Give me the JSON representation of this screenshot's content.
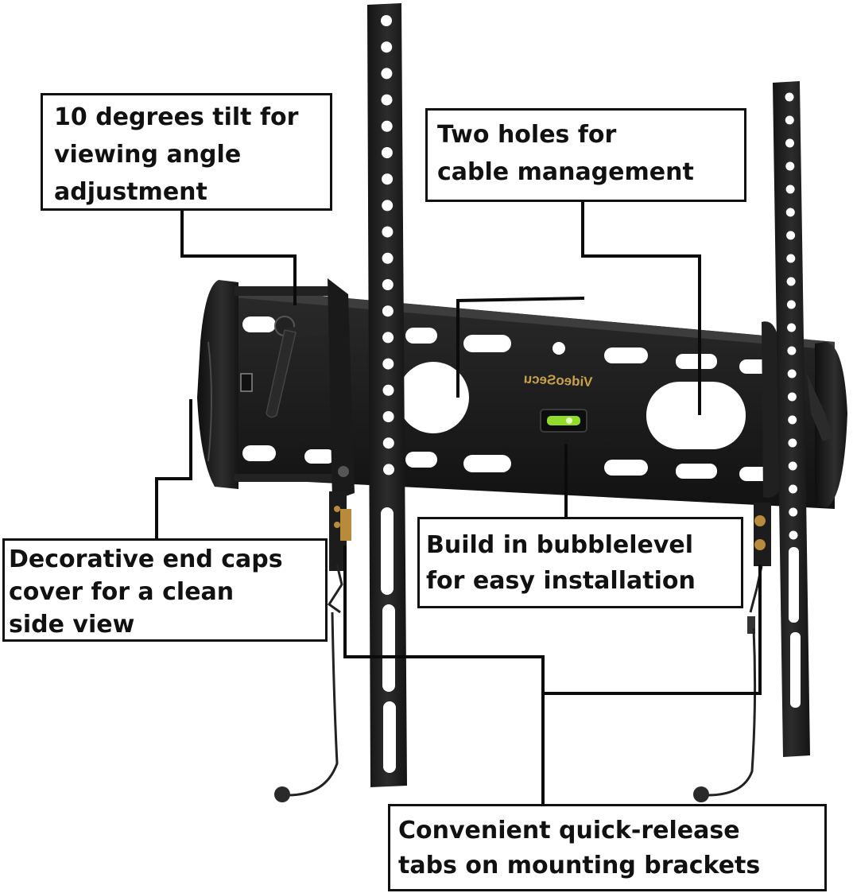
{
  "brand": {
    "logo_text": "VideoSecu",
    "color": "#c9a14a"
  },
  "colors": {
    "mount": "#1d1d1d",
    "mount_highlight": "#3a3a3a",
    "label_border": "#111111",
    "level_liquid": "#8fdc2a",
    "brass": "#b88a3c"
  },
  "callouts": {
    "tilt": [
      "10 degrees tilt for",
      "viewing angle",
      "adjustment"
    ],
    "cable": [
      "Two holes for",
      "cable management"
    ],
    "end_caps": [
      "Decorative end caps",
      "cover for a clean",
      "side view"
    ],
    "bubble_level": [
      "Build in bubblelevel",
      "for easy installation"
    ],
    "quick_release": [
      "Convenient quick-release",
      "tabs on mounting brackets"
    ]
  }
}
